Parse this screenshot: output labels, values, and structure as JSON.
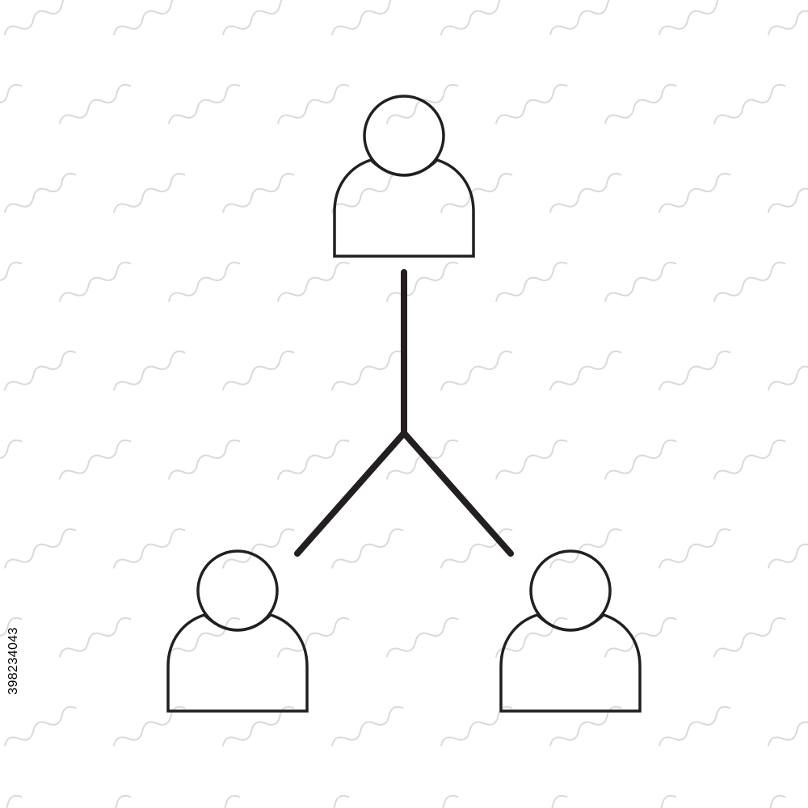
{
  "stock_id": "398234043",
  "colors": {
    "background": "#ffffff",
    "stroke": "#231f20",
    "watermark": "#d9d9d9"
  },
  "diagram": {
    "nodes": [
      {
        "name": "top-person",
        "icon": "person-icon"
      },
      {
        "name": "bottom-left-person",
        "icon": "person-icon"
      },
      {
        "name": "bottom-right-person",
        "icon": "person-icon"
      }
    ],
    "connector": {
      "icon": "y-connector-icon"
    }
  }
}
